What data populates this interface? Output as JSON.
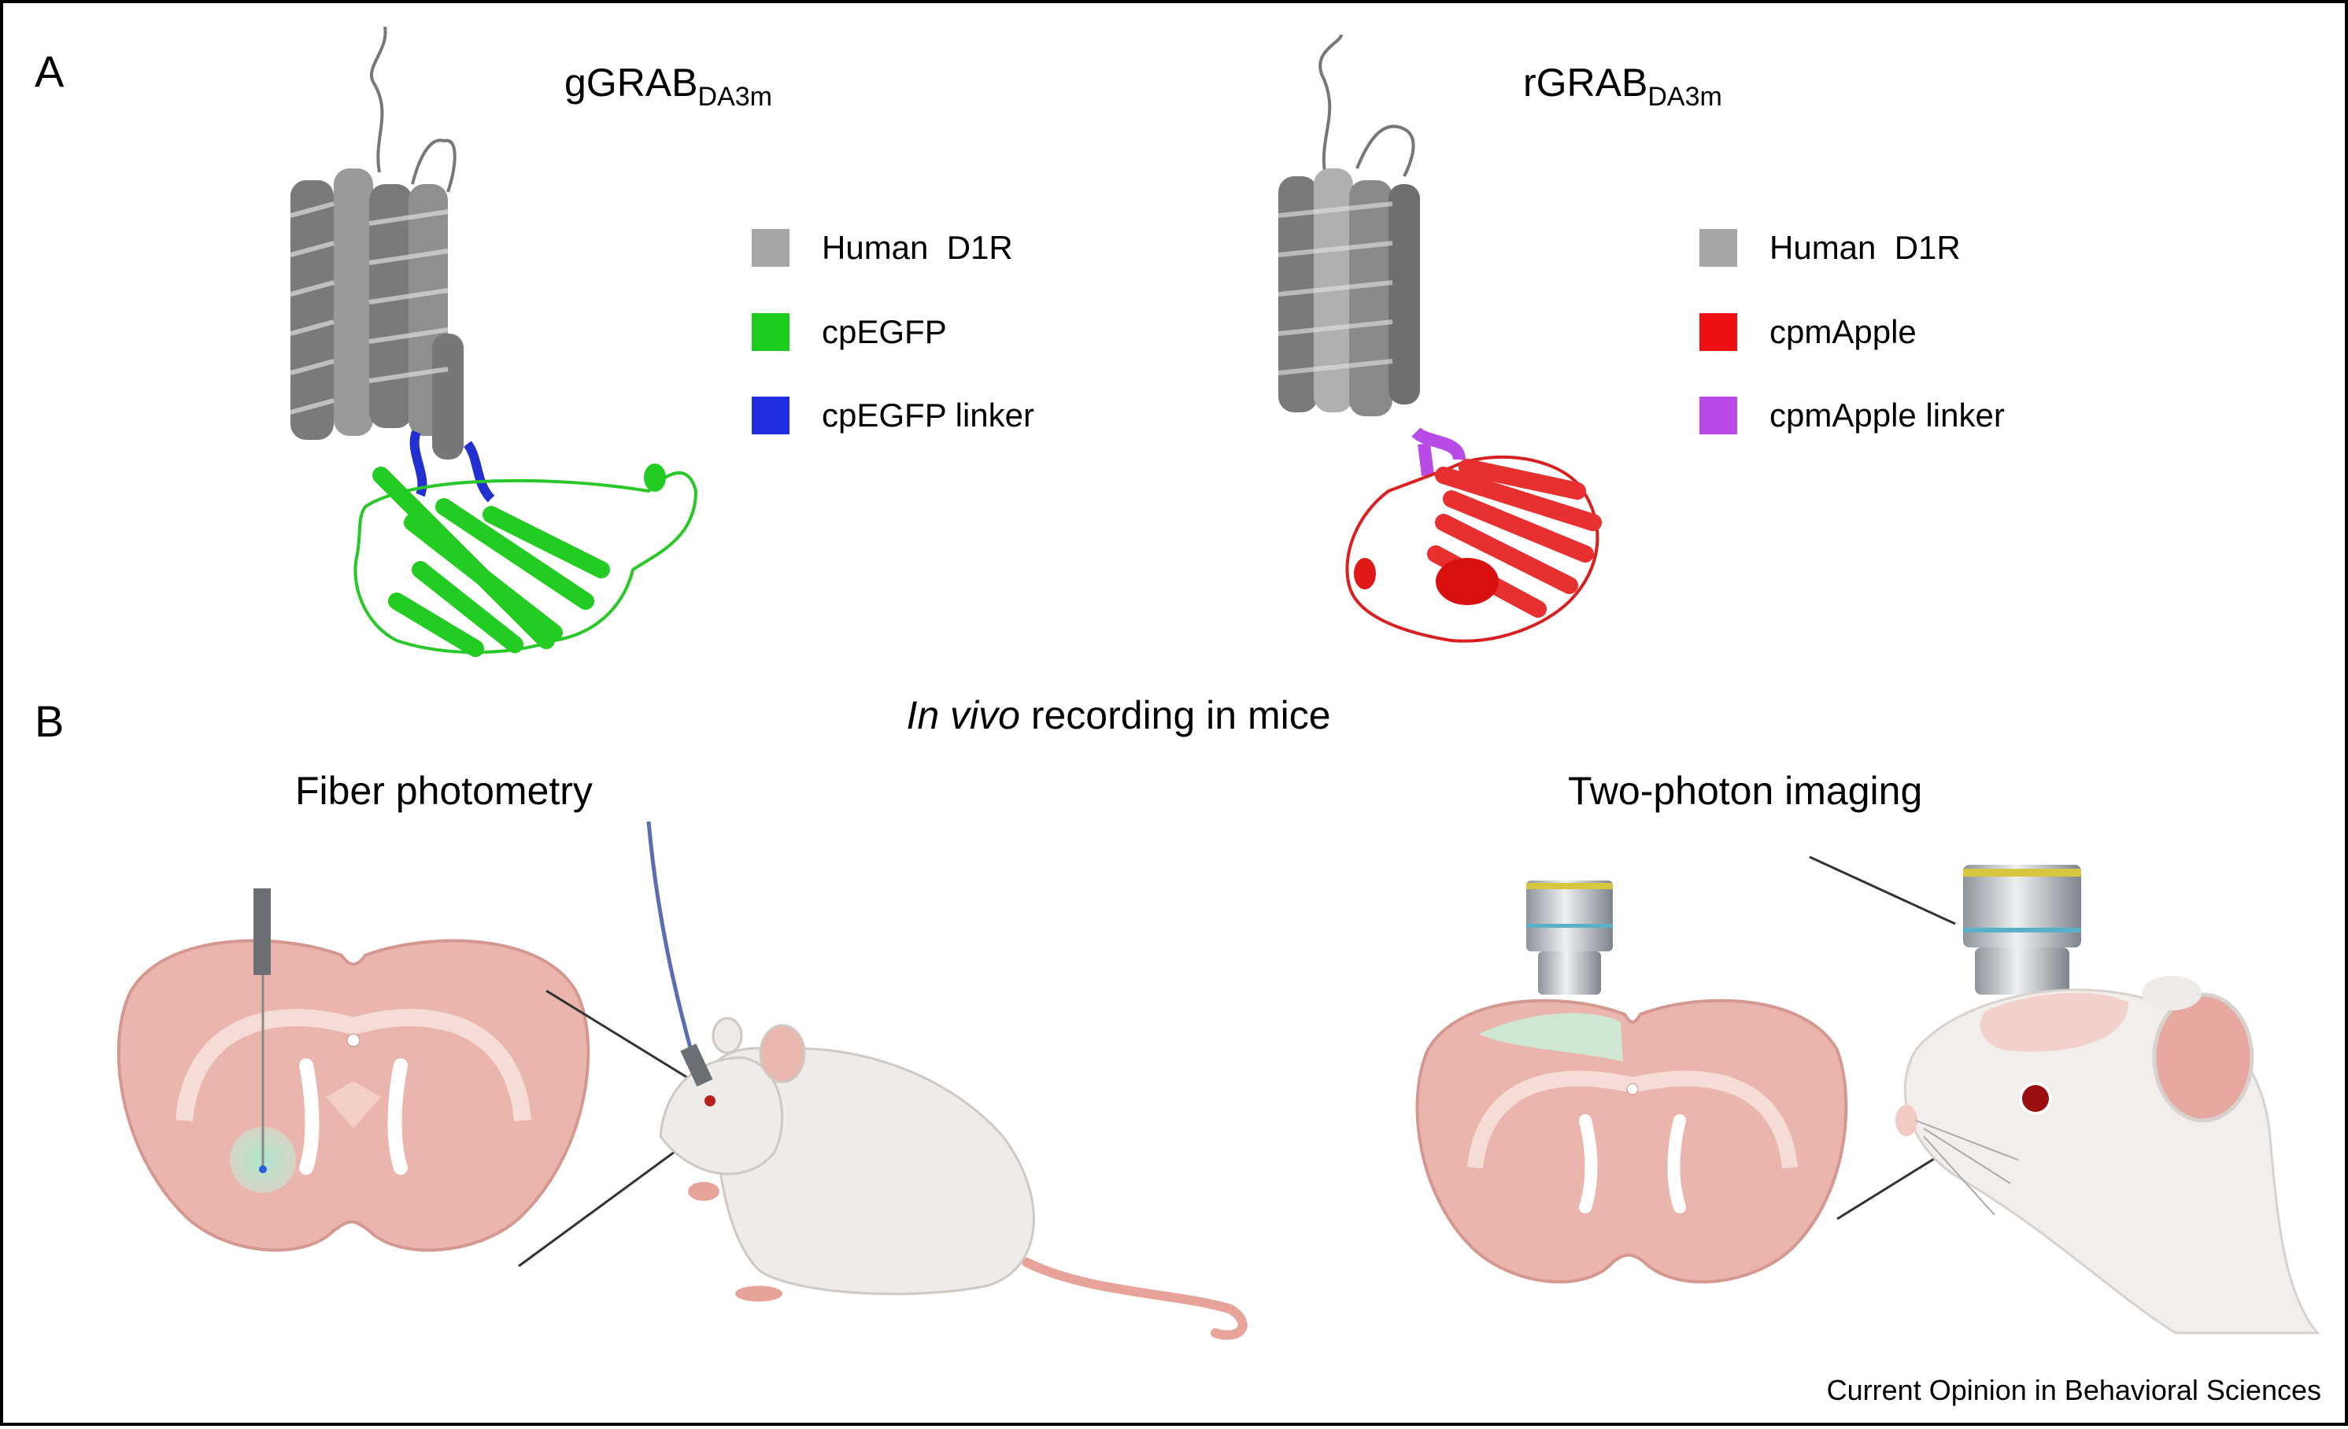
{
  "panel_a": {
    "label": "A",
    "left": {
      "title_main": "gGRAB",
      "title_sub": "DA3m",
      "legend": [
        {
          "label": "Human  D1R",
          "color": "#a6a6a6"
        },
        {
          "label": "cpEGFP",
          "color": "#1ccc1c"
        },
        {
          "label": "cpEGFP linker",
          "color": "#1e2ee0"
        }
      ]
    },
    "right": {
      "title_main": "rGRAB",
      "title_sub": "DA3m",
      "legend": [
        {
          "label": "Human  D1R",
          "color": "#a6a6a6"
        },
        {
          "label": "cpmApple",
          "color": "#ee1111"
        },
        {
          "label": "cpmApple linker",
          "color": "#b84ae6"
        }
      ]
    }
  },
  "panel_b": {
    "label": "B",
    "title_italic": "In vivo",
    "title_rest": " recording in mice",
    "left_title": "Fiber photometry",
    "right_title": "Two-photon imaging"
  },
  "footer": "Current Opinion in Behavioral Sciences"
}
